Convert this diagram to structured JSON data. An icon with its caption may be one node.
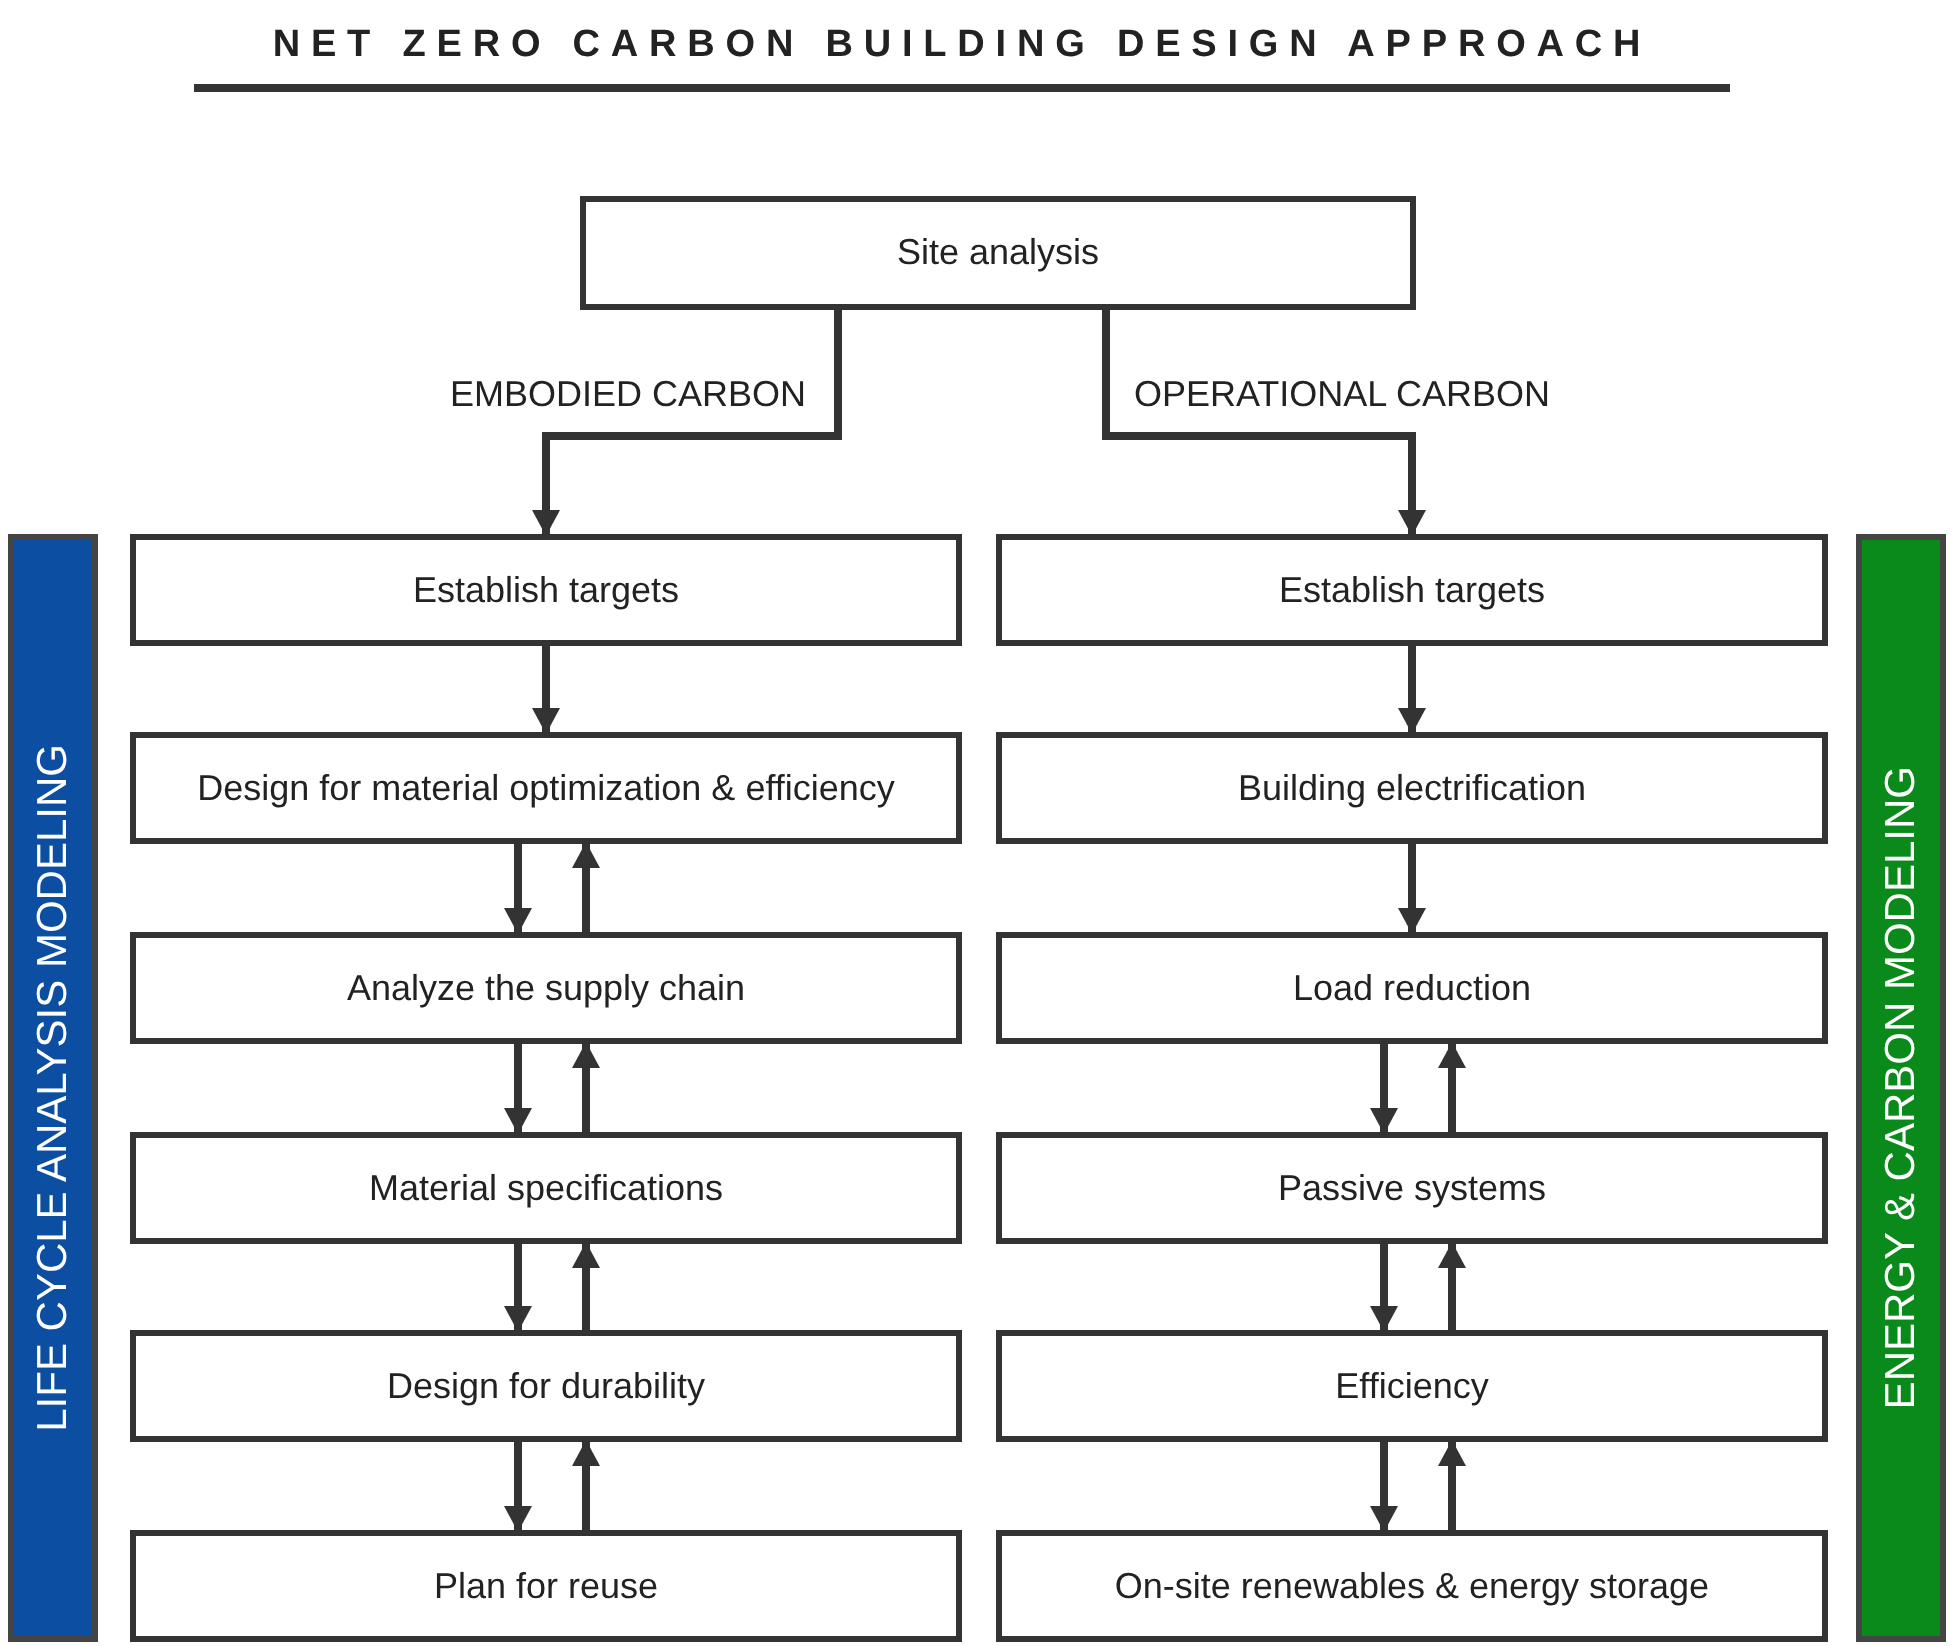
{
  "diagram": {
    "title": "NET ZERO CARBON BUILDING DESIGN APPROACH",
    "nodes": [
      {
        "text": [
          "Site analysis"
        ]
      },
      {
        "text": [
          "Establish targets"
        ]
      },
      {
        "text": [
          "Design for material optimization & efficiency"
        ]
      },
      {
        "text": [
          "Analyze the supply chain"
        ]
      },
      {
        "text": [
          "Material specifications"
        ]
      },
      {
        "text": [
          "Design for durability"
        ]
      },
      {
        "text": [
          "Plan for reuse"
        ]
      },
      {
        "text": [
          "Establish targets"
        ]
      },
      {
        "text": [
          "Building electrification"
        ]
      },
      {
        "text": [
          "Load reduction"
        ]
      },
      {
        "text": [
          "Passive systems"
        ]
      },
      {
        "text": [
          "Efficiency"
        ]
      },
      {
        "text": [
          "On-site renewables & energy storage"
        ]
      },
      {
        "text": [
          "LIFE CYCLE ANALYSIS MODELING"
        ]
      },
      {
        "text": [
          "ENERGY & CARBON MODELING"
        ]
      }
    ],
    "edges": [
      {
        "from": 0,
        "to": 1,
        "arrow": "to",
        "label": "EMBODIED CARBON"
      },
      {
        "from": 0,
        "to": 7,
        "arrow": "to",
        "label": "OPERATIONAL CARBON"
      },
      {
        "from": 1,
        "to": 2,
        "arrow": "to"
      },
      {
        "from": 2,
        "to": 3,
        "arrow": "to"
      },
      {
        "from": 3,
        "to": 2,
        "arrow": "to"
      },
      {
        "from": 3,
        "to": 4,
        "arrow": "to"
      },
      {
        "from": 4,
        "to": 3,
        "arrow": "to"
      },
      {
        "from": 4,
        "to": 5,
        "arrow": "to"
      },
      {
        "from": 5,
        "to": 4,
        "arrow": "to"
      },
      {
        "from": 5,
        "to": 6,
        "arrow": "to"
      },
      {
        "from": 6,
        "to": 5,
        "arrow": "to"
      },
      {
        "from": 7,
        "to": 8,
        "arrow": "to"
      },
      {
        "from": 8,
        "to": 9,
        "arrow": "to"
      },
      {
        "from": 9,
        "to": 10,
        "arrow": "to"
      },
      {
        "from": 10,
        "to": 9,
        "arrow": "to"
      },
      {
        "from": 10,
        "to": 11,
        "arrow": "to"
      },
      {
        "from": 11,
        "to": 10,
        "arrow": "to"
      },
      {
        "from": 11,
        "to": 12,
        "arrow": "to"
      },
      {
        "from": 12,
        "to": 11,
        "arrow": "to"
      }
    ]
  }
}
